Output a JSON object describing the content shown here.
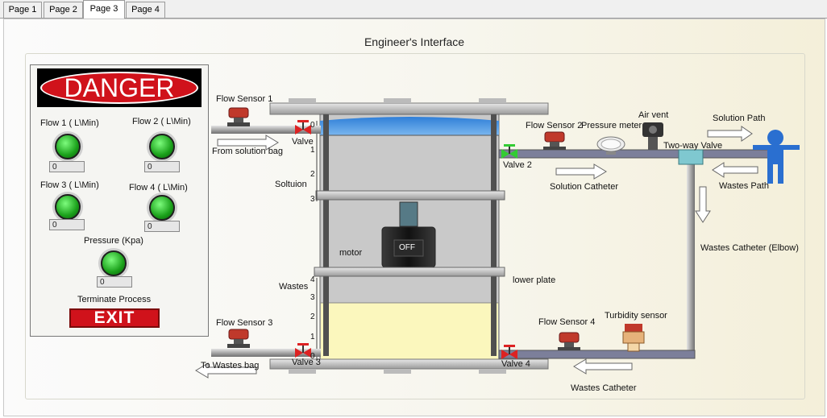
{
  "tabs": [
    "Page 1",
    "Page 2",
    "Page 3",
    "Page 4"
  ],
  "active_tab": "Page 3",
  "title": "Engineer's Interface",
  "panel": {
    "danger": "DANGER",
    "flow1": {
      "label": "Flow 1 ( L\\Min)",
      "value": "0"
    },
    "flow2": {
      "label": "Flow 2 ( L\\Min)",
      "value": "0"
    },
    "flow3": {
      "label": "Flow 3 ( L\\Min)",
      "value": "0"
    },
    "flow4": {
      "label": "Flow 4 ( L\\Min)",
      "value": "0"
    },
    "pressure": {
      "label": "Pressure (Kpa)",
      "value": "0"
    },
    "terminate": "Terminate Process",
    "exit": "EXIT"
  },
  "diagram": {
    "flow_sensor_1": "Flow Sensor 1",
    "from_solution_bag": "From solution bag",
    "valve_1": "Valve",
    "valve_1_num": "1",
    "solution": "Soltuion",
    "motor": "motor",
    "motor_state": "OFF",
    "wastes": "Wastes",
    "lower_plate": "lower plate",
    "flow_sensor_3": "Flow Sensor 3",
    "to_wastes_bag": "To Wastes bag",
    "valve_3": "Valve  3",
    "valve_2": "Valve 2",
    "flow_sensor_2": "Flow Sensor 2",
    "pressure_meter": "Pressure meter",
    "air_vent": "Air vent",
    "two_way_valve": "Two-way Valve",
    "solution_path": "Solution Path",
    "wastes_path": "Wastes Path",
    "solution_catheter": "Solution Catheter",
    "wastes_catheter_elbow": "Wastes Catheter (Elbow)",
    "flow_sensor_4": "Flow Sensor 4",
    "turbidity_sensor": "Turbidity sensor",
    "valve_4": "Valve 4",
    "wastes_catheter": "Wastes Catheter",
    "scale_upper": [
      "0",
      "1",
      "2",
      "3"
    ],
    "scale_lower": [
      "4",
      "3",
      "2",
      "1",
      "0"
    ]
  },
  "colors": {
    "danger_red": "#d0121b",
    "led_green": "#22c022",
    "solution_blue": "#3d8ee0",
    "waste_yellow": "#fbf7bd",
    "person_blue": "#2a6fd0"
  }
}
